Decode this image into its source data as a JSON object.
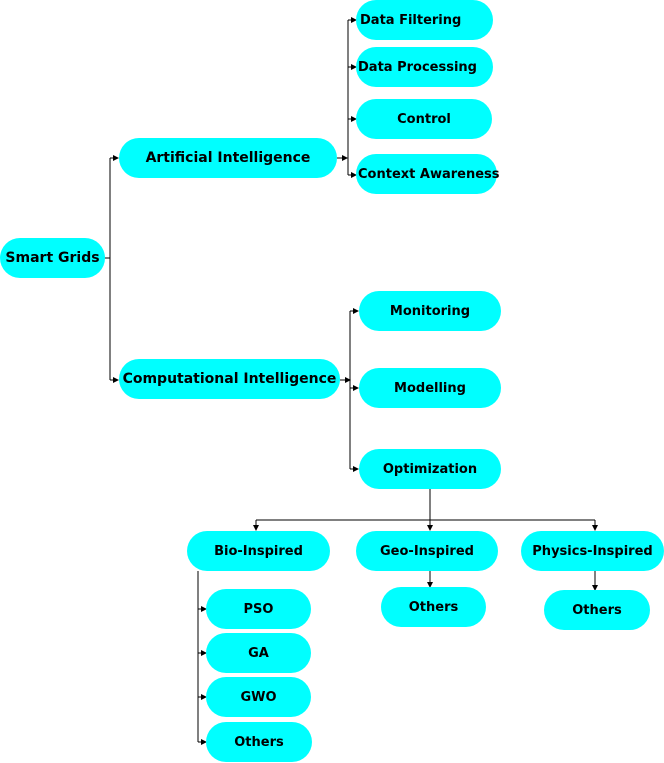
{
  "nodes": {
    "smart_grids": "Smart Grids",
    "artificial_intelligence": "Artificial Intelligence",
    "computational_intelligence": "Computational Intelligence",
    "data_filtering": "Data Filtering",
    "data_processing": "Data Processing",
    "control": "Control",
    "context_awareness": "Context Awareness",
    "monitoring": "Monitoring",
    "modelling": "Modelling",
    "optimization": "Optimization",
    "bio_inspired": "Bio-Inspired",
    "geo_inspired": "Geo-Inspired",
    "physics_inspired": "Physics-Inspired",
    "pso": "PSO",
    "ga": "GA",
    "gwo": "GWO",
    "bio_others": "Others",
    "geo_others": "Others",
    "physics_others": "Others"
  },
  "colors": {
    "node_fill": "#00ffff",
    "connector": "#000000",
    "text": "#000000"
  }
}
